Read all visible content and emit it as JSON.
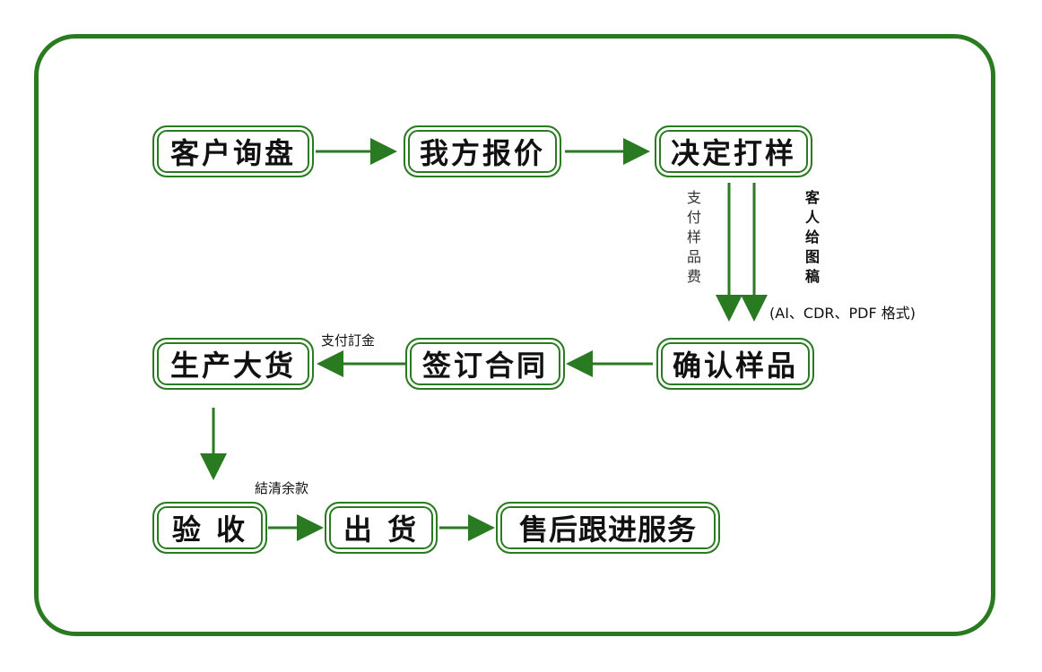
{
  "colors": {
    "accent": "#2a7a22",
    "text": "#111111"
  },
  "nodes": {
    "inquiry": "客户询盘",
    "quote": "我方报价",
    "sample_decision": "决定打样",
    "confirm_sample": "确认样品",
    "sign_contract": "签订合同",
    "mass_production": "生产大货",
    "inspection": "验 收",
    "shipment": "出 货",
    "after_sales": "售后跟进服务"
  },
  "labels": {
    "pay_sample_fee": "支付样品费",
    "customer_artwork": "客人给图稿",
    "formats": "(AI、CDR、PDF 格式)",
    "pay_deposit": "支付訂金",
    "settle_balance": "結清余款"
  }
}
